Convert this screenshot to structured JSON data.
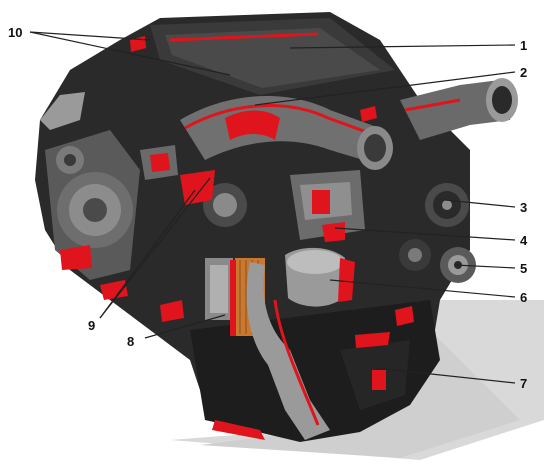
{
  "figure": {
    "colors": {
      "background": "#ffffff",
      "engine_dark": "#2a2a2a",
      "engine_mid": "#5a5a5a",
      "engine_light": "#8c8c8c",
      "cutaway_red": "#e0141c",
      "filter_orange": "#c9782e",
      "leader_line": "#222222",
      "label_text": "#111111"
    },
    "callouts": [
      {
        "id": "c1",
        "number": "1"
      },
      {
        "id": "c2",
        "number": "2"
      },
      {
        "id": "c3",
        "number": "3"
      },
      {
        "id": "c4",
        "number": "4"
      },
      {
        "id": "c5",
        "number": "5"
      },
      {
        "id": "c6",
        "number": "6"
      },
      {
        "id": "c7",
        "number": "7"
      },
      {
        "id": "c8",
        "number": "8"
      },
      {
        "id": "c9",
        "number": "9"
      },
      {
        "id": "c10",
        "number": "10"
      }
    ]
  }
}
